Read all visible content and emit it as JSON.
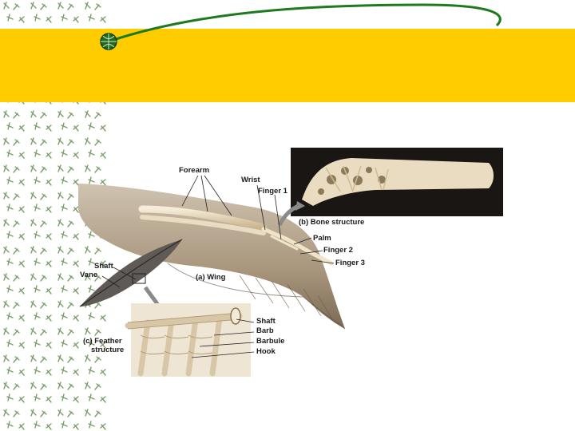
{
  "slide": {
    "banner_color": "#ffcc00",
    "orbit_color": "#1f7a1f",
    "pattern_color": "#7c9d6a"
  },
  "figure": {
    "labels": {
      "forearm": "Forearm",
      "wrist": "Wrist",
      "finger1": "Finger 1",
      "bone_structure": "(b) Bone structure",
      "palm": "Palm",
      "finger2": "Finger 2",
      "finger3": "Finger 3",
      "shaft": "Shaft",
      "vane": "Vane",
      "wing": "(a) Wing",
      "shaft2": "Shaft",
      "barb": "Barb",
      "barbule": "Barbule",
      "hook": "Hook",
      "feather_line1": "(c) Feather",
      "feather_line2": "structure"
    }
  }
}
